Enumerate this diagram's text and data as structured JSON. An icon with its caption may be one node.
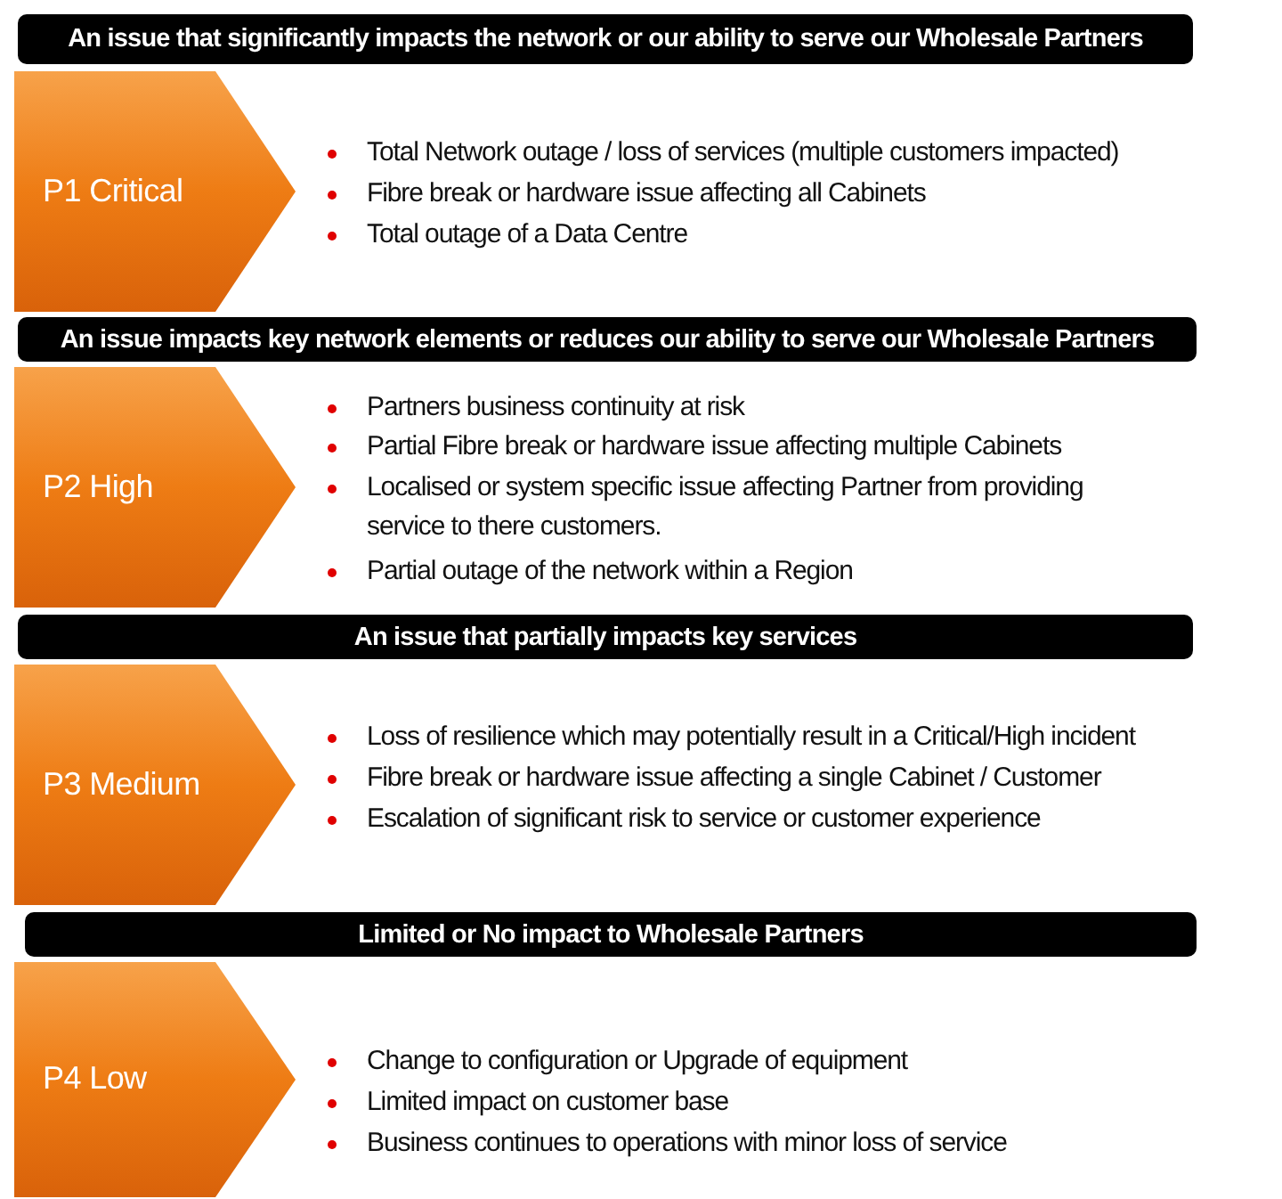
{
  "diagram": {
    "nodes": [
      {
        "text": [
          "An issue that significantly impacts the network or our ability to serve our Wholesale Partners"
        ]
      },
      {
        "text": [
          "P1 Critical"
        ]
      },
      {
        "text": [
          "An issue impacts key network elements or reduces our ability to serve our Wholesale Partners"
        ]
      },
      {
        "text": [
          "P2 High"
        ]
      },
      {
        "text": [
          "An issue that partially impacts key services"
        ]
      },
      {
        "text": [
          "P3 Medium"
        ]
      },
      {
        "text": [
          "Limited or No impact to Wholesale Partners"
        ]
      },
      {
        "text": [
          "P4 Low"
        ]
      }
    ],
    "labels": [
      "Total Network outage / loss of services (multiple customers impacted)",
      "Fibre break or hardware issue affecting all Cabinets",
      "Total outage of a Data Centre",
      "Partners business continuity at risk",
      "Partial Fibre break or hardware issue affecting multiple Cabinets",
      "Localised or system specific issue affecting Partner from providing service to there customers.",
      "Partial outage of the network within a Region",
      "Loss of resilience which may potentially result in a Critical/High incident",
      "Fibre break or hardware issue affecting a single Cabinet / Customer",
      "Escalation of significant risk to service or customer experience",
      "Change to configuration or Upgrade of equipment",
      "Limited impact on customer base",
      "Business continues to operations with minor loss of service"
    ]
  }
}
